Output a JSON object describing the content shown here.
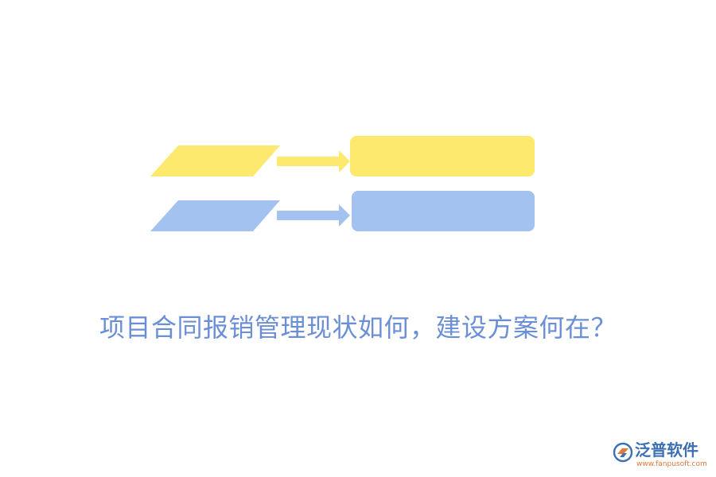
{
  "headline": {
    "title": "项目合同报销管理现状如何，建设方案何在？"
  },
  "diagram": {
    "rows": [
      {
        "color": "#fde96e"
      },
      {
        "color": "#a3c2ef"
      }
    ]
  },
  "logo": {
    "name": "泛普软件",
    "url": "www.fanpusoft.com",
    "icon": "fanpu-logo-icon",
    "brand_color": "#3d6fb3",
    "accent_color": "#e07a3a"
  }
}
